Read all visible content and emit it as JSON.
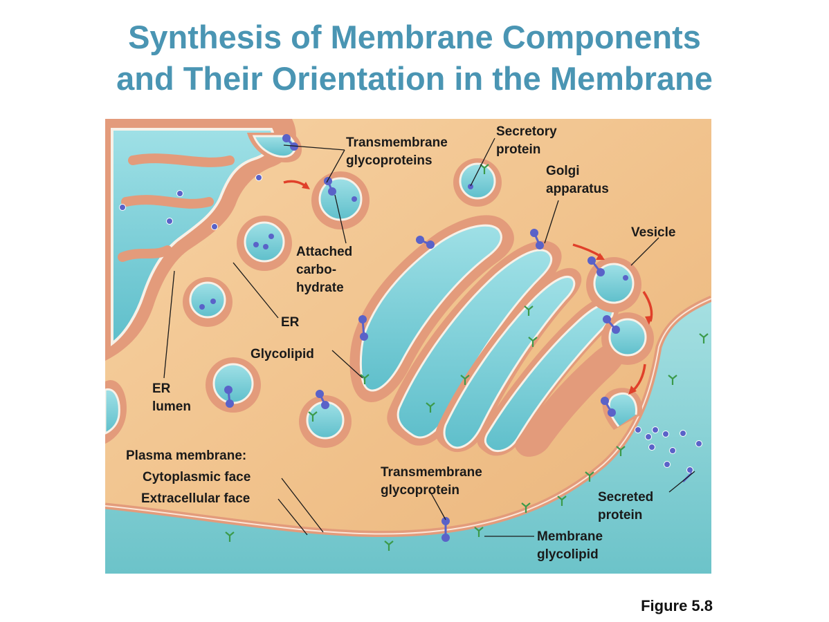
{
  "title": {
    "line1": "Synthesis of Membrane Components",
    "line2": "and Their Orientation in the Membrane"
  },
  "labels": {
    "transmembrane_glycoproteins": [
      "Transmembrane",
      "glycoproteins"
    ],
    "secretory_protein": [
      "Secretory",
      "protein"
    ],
    "golgi_apparatus": [
      "Golgi",
      "apparatus"
    ],
    "vesicle": "Vesicle",
    "attached_carbohydrate": [
      "Attached",
      "carbo-",
      "hydrate"
    ],
    "er": "ER",
    "glycolipid": "Glycolipid",
    "er_lumen": [
      "ER",
      "lumen"
    ],
    "plasma_membrane": "Plasma membrane:",
    "cytoplasmic_face": "Cytoplasmic face",
    "extracellular_face": "Extracellular face",
    "transmembrane_glycoprotein": [
      "Transmembrane",
      "glycoprotein"
    ],
    "secreted_protein": [
      "Secreted",
      "protein"
    ],
    "membrane_glycolipid": [
      "Membrane",
      "glycolipid"
    ]
  },
  "caption": "Figure 5.8",
  "colors": {
    "title": "#4a95b3",
    "cytoplasm": "#f3c793",
    "membrane": "#e39b7b",
    "lumen": "#7fd0d8",
    "extracellular": "#8fd4d8",
    "protein": "#5a62c8",
    "carbohydrate": "#3b9a4a",
    "arrow": "#e0402a"
  }
}
